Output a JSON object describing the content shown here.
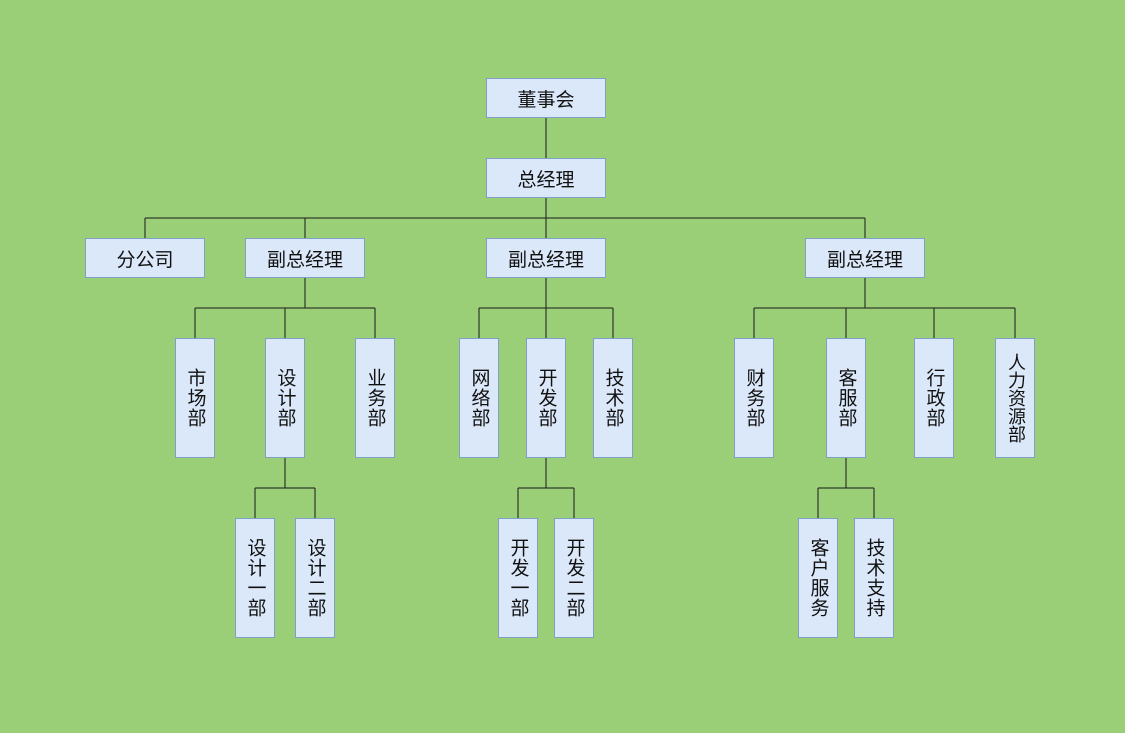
{
  "org_chart": {
    "board": "董事会",
    "general_manager": "总经理",
    "branch": "分公司",
    "vp_left": {
      "title": "副总经理",
      "departments": {
        "market": "市场部",
        "design": "设计部",
        "business": "业务部"
      },
      "design_sub": {
        "design_one": "设计一部",
        "design_two": "设计二部"
      }
    },
    "vp_center": {
      "title": "副总经理",
      "departments": {
        "network": "网络部",
        "development": "开发部",
        "technology": "技术部"
      },
      "development_sub": {
        "dev_one": "开发一部",
        "dev_two": "开发二部"
      }
    },
    "vp_right": {
      "title": "副总经理",
      "departments": {
        "finance": "财务部",
        "customer_service": "客服部",
        "administration": "行政部",
        "human_resources": "人力资源部"
      },
      "customer_service_sub": {
        "client_service": "客户服务",
        "tech_support": "技术支持"
      }
    }
  }
}
